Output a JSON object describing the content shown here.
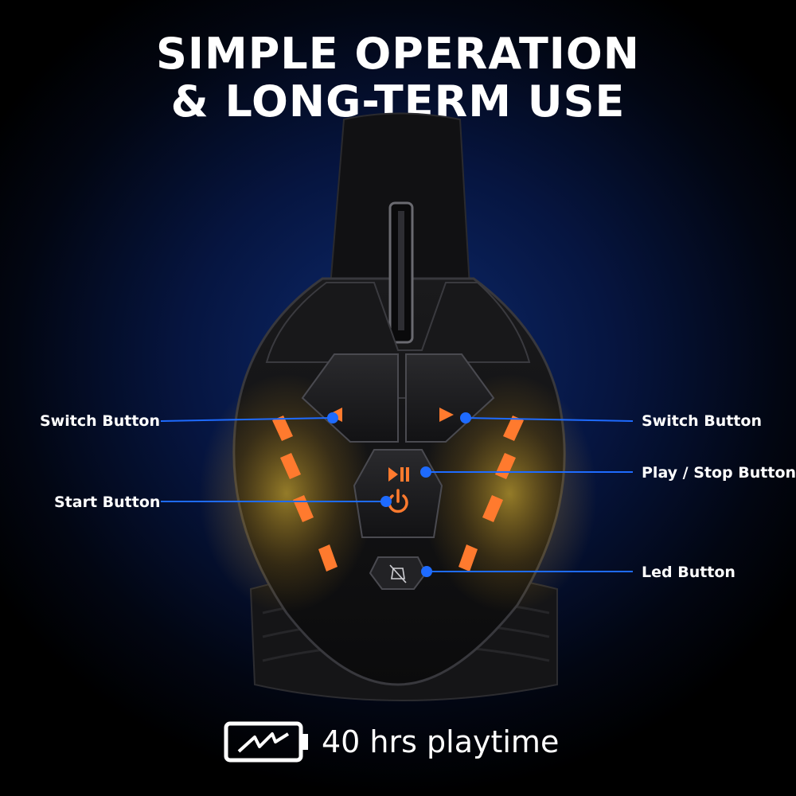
{
  "title": {
    "line1": "SIMPLE OPERATION",
    "line2": "& LONG-TERM USE"
  },
  "callouts": {
    "switch_left": "Switch Button",
    "switch_right": "Switch Button",
    "play_stop": "Play / Stop Button",
    "start": "Start Button",
    "led": "Led Button"
  },
  "footer": {
    "playtime": "40 hrs playtime",
    "icon": "battery-icon"
  },
  "colors": {
    "background": "#061540",
    "accent_orange": "#ff7a2e",
    "callout_line": "#1e6bff"
  }
}
